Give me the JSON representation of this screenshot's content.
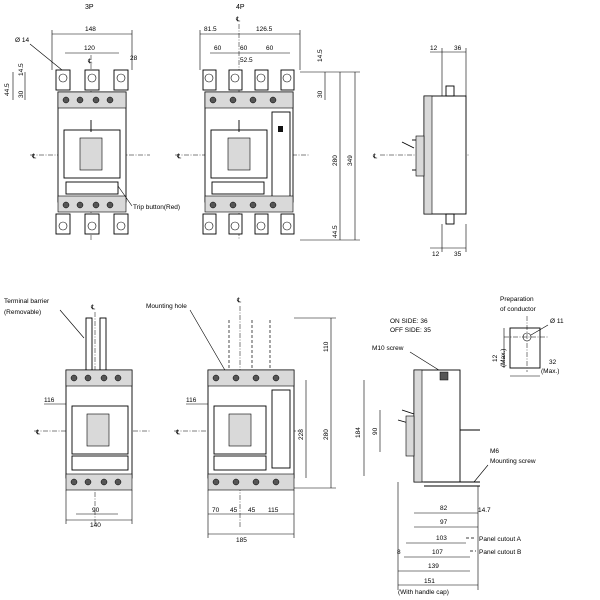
{
  "views": {
    "top_3p": {
      "label": "3P"
    },
    "top_4p": {
      "label": "4P"
    }
  },
  "symbols": {
    "centerline": "℄"
  },
  "dims": {
    "d148": "148",
    "d120": "120",
    "d28": "28",
    "d_dia14": "Ø 14",
    "d14_5a": "14.5",
    "d44_5a": "44.5",
    "d30a": "30",
    "d81_5": "81.5",
    "d126_5": "126.5",
    "d60a": "60",
    "d60b": "60",
    "d60c": "60",
    "d52_5": "52.5",
    "d14_5b": "14.5",
    "d30b": "30",
    "d280a": "280",
    "d349": "349",
    "d44_5b": "44.5",
    "d12a": "12",
    "d36": "36",
    "d12b": "12",
    "d35": "35",
    "d110": "110",
    "d116a": "116",
    "d116b": "116",
    "d90a": "90",
    "d140": "140",
    "d228": "228",
    "d280b": "280",
    "d70": "70",
    "d45a": "45",
    "d45b": "45",
    "d115": "115",
    "d185": "185",
    "d184": "184",
    "d90b": "90",
    "d82": "82",
    "d14_7": "14.7",
    "d97": "97",
    "d103": "103",
    "d107": "107",
    "d8": "8",
    "d139": "139",
    "d151": "151",
    "d_dia11": "Ø 11",
    "d12c": "12",
    "d32": "32"
  },
  "labels": {
    "trip_button": "Trip button(Red)",
    "terminal_barrier": "Terminal barrier",
    "removable": "(Removable)",
    "mounting_hole": "Mounting hole",
    "on_side": "ON SIDE: 36",
    "off_side": "OFF SIDE: 35",
    "m10_screw": "M10 screw",
    "m6": "M6",
    "mounting_screw": "Mounting screw",
    "panel_cutout_a": "Panel cutout A",
    "panel_cutout_b": "Panel cutout B",
    "with_handle_cap": "(With handle cap)",
    "preparation": "Preparation",
    "of_conductor": "of conductor",
    "max_a": "(Max.)",
    "max_b": "(Max.)"
  }
}
